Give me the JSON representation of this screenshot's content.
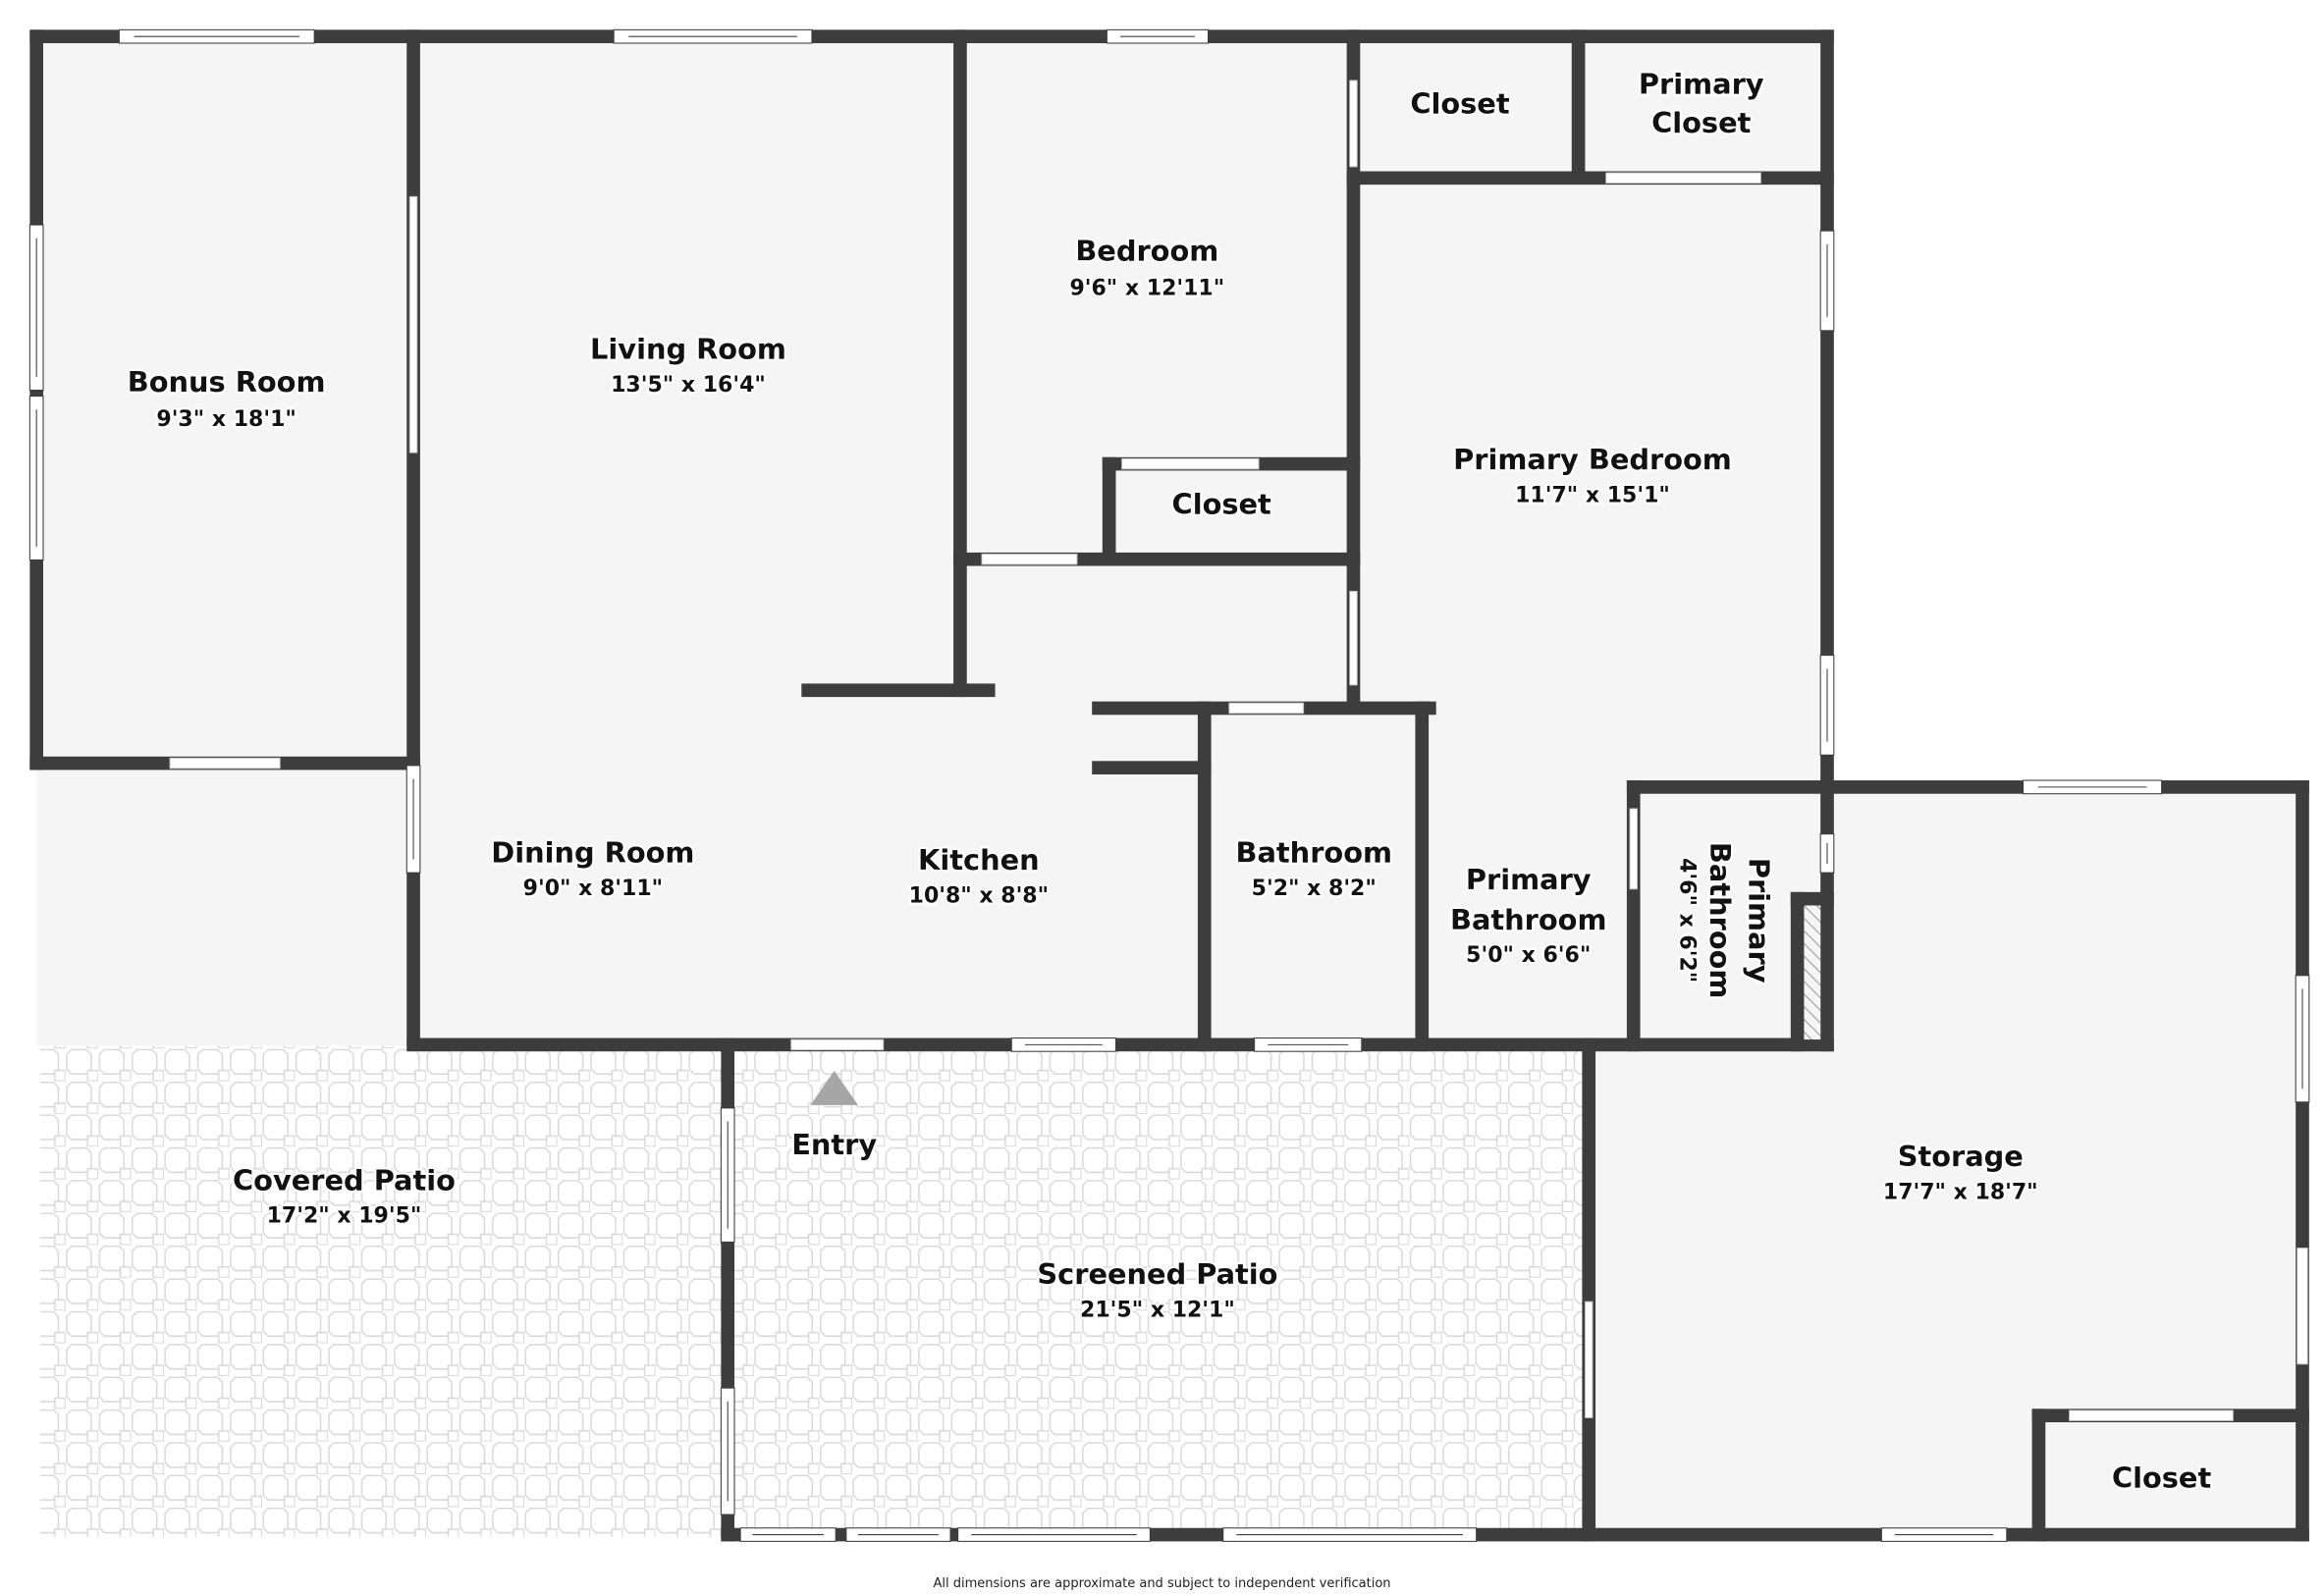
{
  "floorplan": {
    "rooms": [
      {
        "id": "bonus-room",
        "name": "Bonus Room",
        "dims": "9'3\" x 18'1\""
      },
      {
        "id": "living-room",
        "name": "Living Room",
        "dims": "13'5\" x 16'4\""
      },
      {
        "id": "bedroom",
        "name": "Bedroom",
        "dims": "9'6\" x 12'11\""
      },
      {
        "id": "closet-top",
        "name": "Closet",
        "dims": ""
      },
      {
        "id": "primary-closet",
        "name_line1": "Primary",
        "name_line2": "Closet",
        "dims": ""
      },
      {
        "id": "bedroom-closet",
        "name": "Closet",
        "dims": ""
      },
      {
        "id": "primary-bedroom",
        "name": "Primary Bedroom",
        "dims": "11'7\" x 15'1\""
      },
      {
        "id": "dining-room",
        "name": "Dining Room",
        "dims": "9'0\" x 8'11\""
      },
      {
        "id": "kitchen",
        "name": "Kitchen",
        "dims": "10'8\" x 8'8\""
      },
      {
        "id": "bathroom",
        "name": "Bathroom",
        "dims": "5'2\" x 8'2\""
      },
      {
        "id": "primary-bathroom",
        "name_line1": "Primary",
        "name_line2": "Bathroom",
        "dims": "5'0\" x 6'6\""
      },
      {
        "id": "primary-bathroom-2",
        "name_line1": "Primary",
        "name_line2": "Bathroom",
        "dims": "4'6\" x 6'2\""
      },
      {
        "id": "covered-patio",
        "name": "Covered Patio",
        "dims": "17'2\" x 19'5\""
      },
      {
        "id": "screened-patio",
        "name": "Screened Patio",
        "dims": "21'5\" x 12'1\""
      },
      {
        "id": "storage",
        "name": "Storage",
        "dims": "17'7\" x 18'7\""
      },
      {
        "id": "storage-closet",
        "name": "Closet",
        "dims": ""
      }
    ],
    "entry": {
      "label": "Entry",
      "icon": "entry-arrow-icon"
    },
    "colors": {
      "wall": "#3d3d3d",
      "floor": "#f5f5f5",
      "tile_grout": "#d9d9d9",
      "entry_arrow": "#a6a6a6"
    }
  },
  "footer": {
    "disclaimer": "All dimensions are approximate and subject to independent verification"
  }
}
